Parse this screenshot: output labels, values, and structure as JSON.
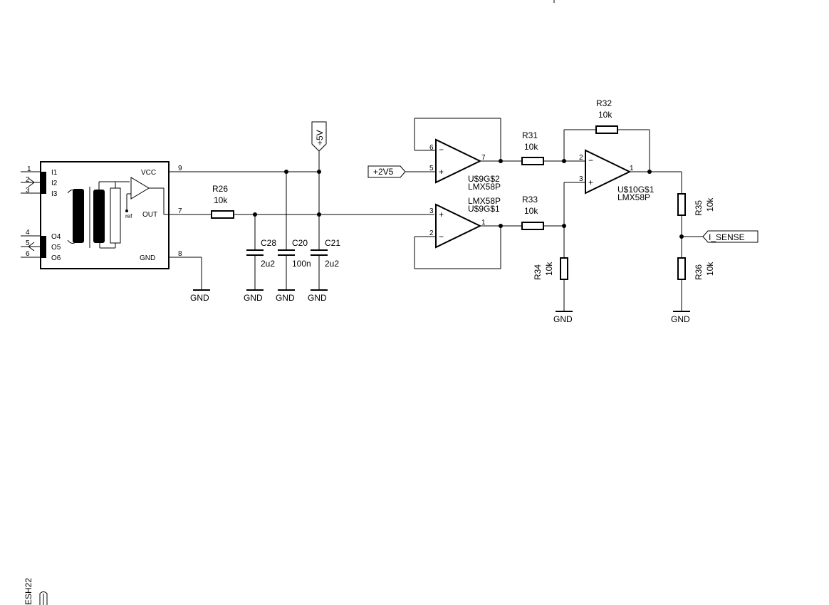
{
  "sensor": {
    "designator": "ESH22",
    "pins": {
      "I1": "I1",
      "I2": "I2",
      "I3": "I3",
      "O4": "O4",
      "O5": "O5",
      "O6": "O6",
      "VCC": "VCC",
      "OUT": "OUT",
      "GND": "GND",
      "ref": "ref"
    },
    "pin_numbers": {
      "p1": "1",
      "p2": "2",
      "p3": "3",
      "p4": "4",
      "p5": "5",
      "p6": "6",
      "p9": "9",
      "p7": "7",
      "p8": "8"
    }
  },
  "supplies": {
    "vcc": "+5V",
    "ref": "+2V5",
    "gnd": "GND"
  },
  "output_port": "I_SENSE",
  "resistors": {
    "r26": {
      "name": "R26",
      "value": "10k"
    },
    "r31": {
      "name": "R31",
      "value": "10k"
    },
    "r32": {
      "name": "R32",
      "value": "10k"
    },
    "r33": {
      "name": "R33",
      "value": "10k"
    },
    "r34": {
      "name": "R34",
      "value": "10k"
    },
    "r35": {
      "name": "R35",
      "value": "10k"
    },
    "r36": {
      "name": "R36",
      "value": "10k"
    }
  },
  "capacitors": {
    "c28": {
      "name": "C28",
      "value": "2u2"
    },
    "c20": {
      "name": "C20",
      "value": "100n"
    },
    "c21": {
      "name": "C21",
      "value": "2u2"
    }
  },
  "opamps": {
    "u9g2": {
      "name": "U$9G$2",
      "part": "LMX58P",
      "pin_minus": "6",
      "pin_plus": "5",
      "pin_out": "7"
    },
    "u9g1": {
      "name": "U$9G$1",
      "part": "LMX58P",
      "pin_minus": "2",
      "pin_plus": "3",
      "pin_out": "1"
    },
    "u10g1": {
      "name": "U$10G$1",
      "part": "LMX58P",
      "pin_minus": "2",
      "pin_plus": "3",
      "pin_out": "1"
    }
  },
  "signs": {
    "minus": "−",
    "plus": "+"
  }
}
